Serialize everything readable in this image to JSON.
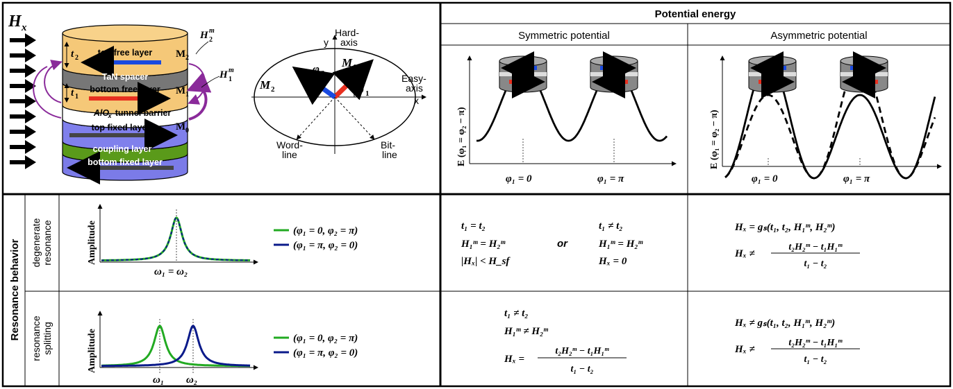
{
  "stack": {
    "field_label": "H",
    "field_sub": "x",
    "layers": [
      "top free layer",
      "TaN spacer",
      "bottom free layer",
      "AlO",
      "tunnel barrier",
      "top fixed layer",
      "coupling layer",
      "bottom fixed layer"
    ],
    "alox_sub": "x",
    "t2": "t",
    "t2_sub": "2",
    "t1": "t",
    "t1_sub": "1",
    "M2": "M",
    "M2_sub": "2",
    "M1": "M",
    "M1_sub": "1",
    "M0": "M",
    "M0_sub": "0",
    "H2m": "H",
    "H2m_sup": "m",
    "H2m_sub": "2",
    "H1m": "H",
    "H1m_sup": "m",
    "H1m_sub": "1"
  },
  "axes_diagram": {
    "y": "y",
    "hard1": "Hard-",
    "hard2": "axis",
    "easy1": "Easy-",
    "easy2": "axis",
    "x": "x",
    "word1": "Word-",
    "word2": "line",
    "bit1": "Bit-",
    "bit2": "line",
    "M1": "M",
    "M1_sub": "1",
    "M2": "M",
    "M2_sub": "2",
    "phi1": "φ",
    "phi1_sub": "1",
    "phi2": "φ",
    "phi2_sub": "2"
  },
  "potential": {
    "header": "Potential energy",
    "symmetric_title": "Symmetric potential",
    "asymmetric_title": "Asymmetric potential",
    "ylabel": "E (φ₁ = φ₂ − π)",
    "x_ticks": [
      "φ₁ = 0",
      "φ₁ = π"
    ]
  },
  "resonance": {
    "side_label": "Resonance behavior",
    "degenerate_label": [
      "degenerate",
      "resonance"
    ],
    "splitting_label": [
      "resonance",
      "splitting"
    ],
    "amplitude": "Amplitude",
    "degenerate_x": "ω₁ = ω₂",
    "split_x1": "ω₁",
    "split_x2": "ω₂",
    "legend": [
      "(φ₁ = 0, φ₂ = π)",
      "(φ₁ = π, φ₂ = 0)"
    ],
    "legend_colors": [
      "#22aa22",
      "#0a1a8a"
    ]
  },
  "conditions": {
    "deg_sym_left": [
      "t₁ = t₂",
      "H₁ᵐ = H₂ᵐ",
      "|Hₓ| < H_sf"
    ],
    "or": "or",
    "deg_sym_right": [
      "t₁ ≠ t₂",
      "H₁ᵐ = H₂ᵐ",
      "Hₓ = 0"
    ],
    "deg_asym": [
      "Hₓ = gₛ(t₁, t₂, H₁ᵐ, H₂ᵐ)",
      "Hₓ ≠"
    ],
    "split_sym": [
      "t₁ ≠ t₂",
      "H₁ᵐ ≠ H₂ᵐ",
      "Hₓ ="
    ],
    "split_asym": [
      "Hₓ ≠ gₛ(t₁, t₂, H₁ᵐ, H₂ᵐ)",
      "Hₓ ≠"
    ],
    "frac_num": "t₂H₂ᵐ − t₁H₁ᵐ",
    "frac_den": "t₁ − t₂"
  }
}
